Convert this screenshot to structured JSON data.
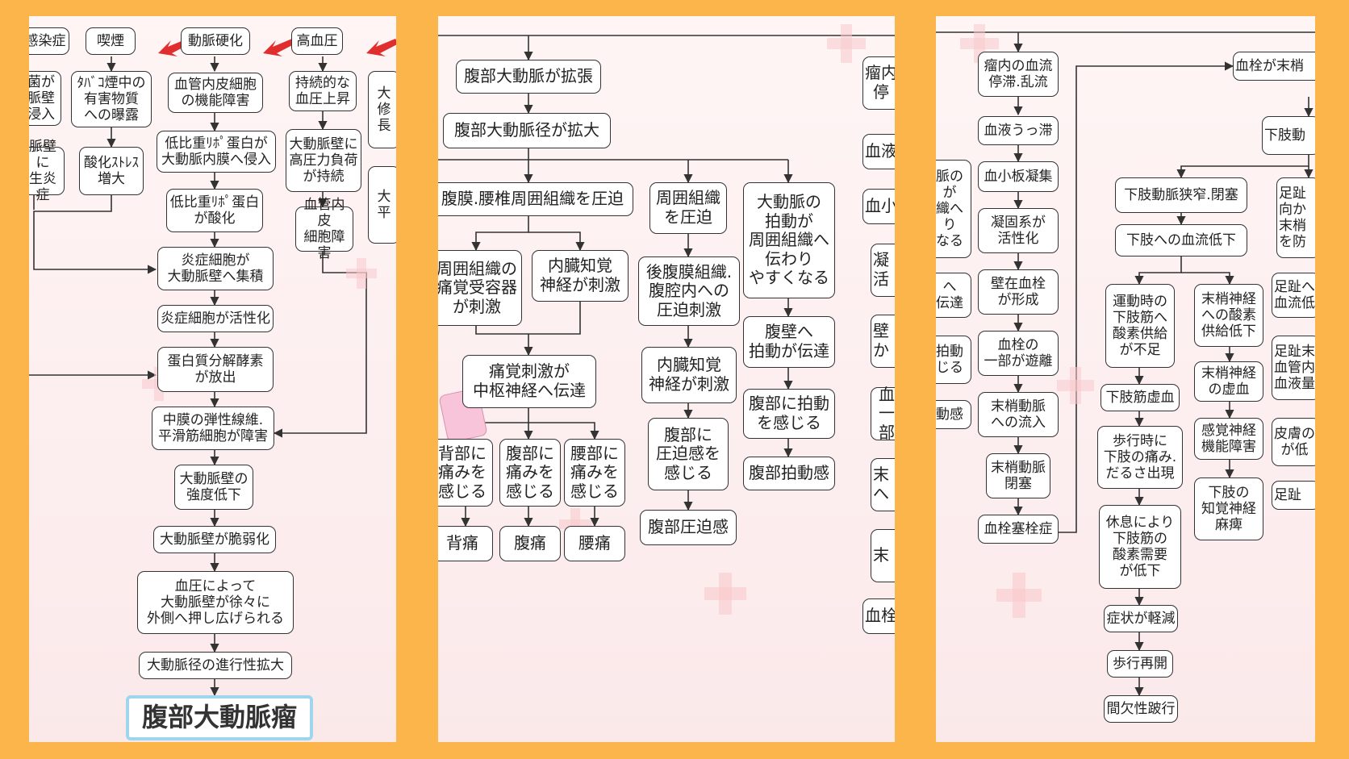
{
  "left": {
    "n1": "感染症",
    "n2": "喫煙",
    "n3": "動脈硬化",
    "n4": "高血圧",
    "n5": "菌が\n脈壁\n浸入",
    "n6": "ﾀﾊﾞｺ煙中の\n有害物質\nへの曝露",
    "n7": "血管内皮細胞\nの機能障害",
    "n8": "持続的な\n血圧上昇",
    "n9": "大\n修\n長",
    "n10": "脈壁に\n生炎症",
    "n11": "酸化ｽﾄﾚｽ\n増大",
    "n12": "低比重ﾘﾎﾟ蛋白が\n大動脈内膜へ侵入",
    "n13": "大動脈壁に\n高圧力負荷\nが持続",
    "n14": "大\n平",
    "n15": "低比重ﾘﾎﾟ蛋白\nが酸化",
    "n16": "血管内皮\n細胞障害",
    "n17": "炎症細胞が\n大動脈壁へ集積",
    "n18": "炎症細胞が活性化",
    "n19": "蛋白質分解酵素\nが放出",
    "n20": "中膜の弾性線維.\n平滑筋細胞が障害",
    "n21": "大動脈壁の\n強度低下",
    "n22": "大動脈壁が脆弱化",
    "n23": "血圧によって\n大動脈壁が徐々に\n外側へ押し広げられる",
    "n24": "大動脈径の進行性拡大",
    "n25": "腹部大動脈瘤"
  },
  "center": {
    "n1": "腹部大動脈が拡張",
    "n2": "腹部大動脈径が拡大",
    "n3": "腹膜.腰椎周囲組織を圧迫",
    "n4": "周囲組織\nを圧迫",
    "n5": "大動脈の\n拍動が\n周囲組織へ\n伝わり\nやすくなる",
    "n6": "周囲組織の\n痛覚受容器\nが刺激",
    "n7": "内臓知覚\n神経が刺激",
    "n8": "後腹膜組織.\n腹腔内への\n圧迫刺激",
    "n9": "腹壁へ\n拍動が伝達",
    "n10": "痛覚刺激が\n中枢神経へ伝達",
    "n11": "内臓知覚\n神経が刺激",
    "n12": "腹部に拍動\nを感じる",
    "n13": "背部に\n痛みを\n感じる",
    "n14": "腹部に\n痛みを\n感じる",
    "n15": "腰部に\n痛みを\n感じる",
    "n16": "腹部に\n圧迫感を\n感じる",
    "n17": "腹部拍動感",
    "n18": "背痛",
    "n19": "腹痛",
    "n20": "腰痛",
    "n21": "腹部圧迫感",
    "e1": "瘤内\n停",
    "e2": "血液",
    "e3": "血小",
    "e4": "凝\n活",
    "e5": "壁\nか",
    "e6": "血\n一部",
    "e7": "末\nへ",
    "e8": "末\n",
    "e9": "血栓"
  },
  "right": {
    "n1": "瘤内の血流\n停滞.乱流",
    "n2": "血栓が末梢",
    "n3": "血液うっ滞",
    "n4": "下肢動",
    "n5": "脈の\nが\n織へ\nり\nなる",
    "n6": "血小板凝集",
    "n7": "下肢動脈狭窄.閉塞",
    "n8": "足趾\n向か\n末梢\nを防",
    "n9": "凝固系が\n活性化",
    "n10": "下肢への血流低下",
    "n11": "へ\n伝達",
    "n12": "壁在血栓\nが形成",
    "n13": "運動時の\n下肢筋へ\n酸素供給\nが不足",
    "n14": "末梢神経\nへの酸素\n供給低下",
    "n15": "足趾へ\n血流低",
    "n16": "拍動\nじる",
    "n17": "血栓の\n一部が遊離",
    "n18": "足趾末\n血管内\n血液量",
    "n19": "下肢筋虚血",
    "n20": "末梢神経\nの虚血",
    "n21": "動感",
    "n22": "末梢動脈\nへの流入",
    "n23": "歩行時に\n下肢の痛み.\nだるさ出現",
    "n24": "感覚神経\n機能障害",
    "n25": "皮膚の\nが低",
    "n26": "末梢動脈\n閉塞",
    "n27": "下肢の\n知覚神経\n麻痺",
    "n28": "足趾",
    "n29": "血栓塞栓症",
    "n30": "休息により\n下肢筋の\n酸素需要\nが低下",
    "n31": "症状が軽減",
    "n32": "歩行再開",
    "n33": "間欠性跛行"
  }
}
